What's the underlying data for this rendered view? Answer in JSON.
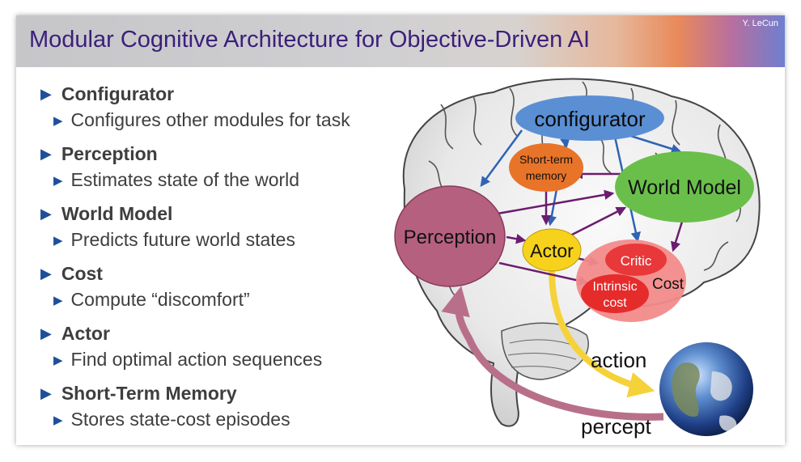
{
  "slide": {
    "title": "Modular Cognitive Architecture for Objective-Driven AI",
    "author": "Y. LeCun"
  },
  "bullets": [
    {
      "heading": "Configurator",
      "detail": "Configures other modules for task"
    },
    {
      "heading": "Perception",
      "detail": "Estimates state of the world"
    },
    {
      "heading": "World Model",
      "detail": "Predicts future world states"
    },
    {
      "heading": "Cost",
      "detail": "Compute “discomfort”"
    },
    {
      "heading": "Actor",
      "detail": "Find optimal action sequences"
    },
    {
      "heading": "Short-Term Memory",
      "detail": "Stores state-cost episodes"
    }
  ],
  "diagram": {
    "configurator": "configurator",
    "short_term_memory_line1": "Short-term",
    "short_term_memory_line2": "memory",
    "world_model": "World Model",
    "perception": "Perception",
    "actor": "Actor",
    "critic": "Critic",
    "cost": "Cost",
    "intrinsic_cost_line1": "Intrinsic",
    "intrinsic_cost_line2": "cost",
    "action": "action",
    "percept": "percept"
  },
  "colors": {
    "title": "#3b1f7a",
    "bullet_marker": "#1f4f9a",
    "configurator": "#5b8fd4",
    "short_term_memory": "#e8742a",
    "world_model": "#6abf4b",
    "perception": "#b5607e",
    "actor": "#f7d21c",
    "cost": "#f28b8b",
    "critic": "#e8383a",
    "action_arrow": "#f5d23a",
    "percept_arrow": "#b8708a",
    "config_arrows": "#2f63b5",
    "data_arrows": "#6a1d6e"
  },
  "icons": {
    "brain": "brain-illustration",
    "earth": "earth-globe"
  }
}
